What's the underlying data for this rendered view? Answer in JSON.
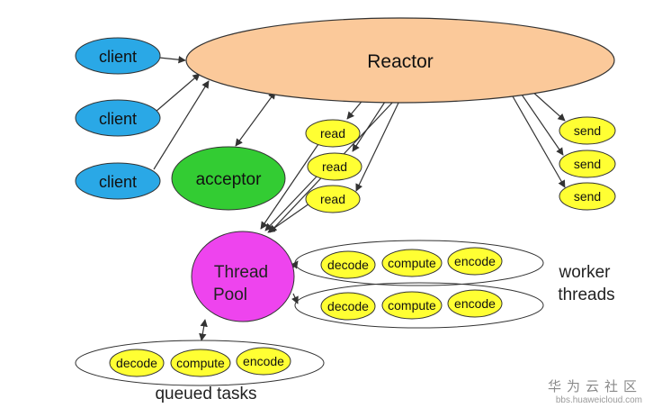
{
  "diagram": {
    "reactor": "Reactor",
    "clients": [
      "client",
      "client",
      "client"
    ],
    "acceptor": "acceptor",
    "reads": [
      "read",
      "read",
      "read"
    ],
    "sends": [
      "send",
      "send",
      "send"
    ],
    "thread_pool": [
      "Thread",
      "Pool"
    ],
    "worker_label": [
      "worker",
      "threads"
    ],
    "worker_rows": [
      [
        "decode",
        "compute",
        "encode"
      ],
      [
        "decode",
        "compute",
        "encode"
      ]
    ],
    "queued_row": [
      "decode",
      "compute",
      "encode"
    ],
    "queued_label": "queued tasks",
    "colors": {
      "reactor_fill": "#fbc99a",
      "client_fill": "#2aa8e6",
      "acceptor_fill": "#33cc33",
      "task_fill": "#ffff33",
      "pool_fill": "#ee44ee"
    }
  },
  "watermark": {
    "brand": "华为云社区",
    "url": "bbs.huaweicloud.com"
  }
}
